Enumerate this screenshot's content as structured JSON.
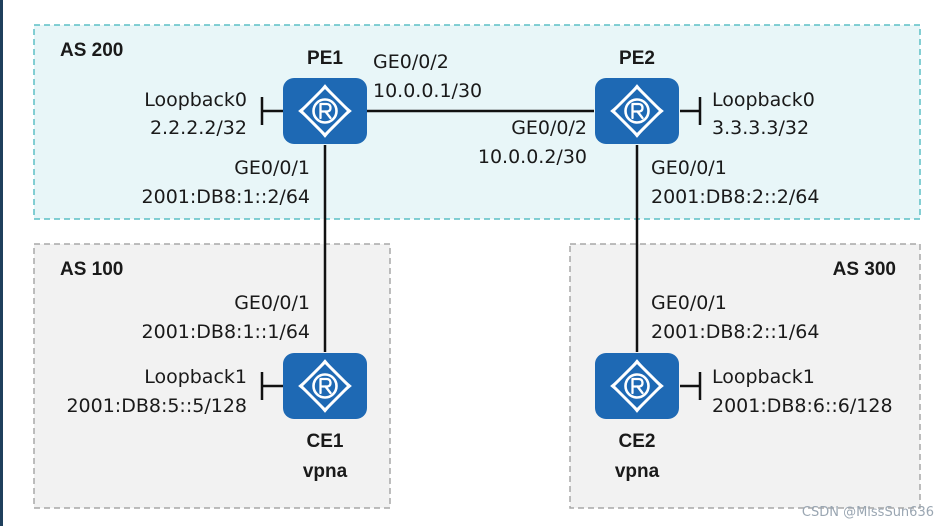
{
  "colors": {
    "as200_fill": "#e8f6f8",
    "as200_border": "#5bbfc6",
    "as_gray_fill": "#f2f2f2",
    "as_gray_border": "#a8a8a8",
    "router_fill": "#1e69b4",
    "router_icon": "#ffffff",
    "link": "#111111"
  },
  "areas": {
    "as200": {
      "label": "AS 200"
    },
    "as100": {
      "label": "AS 100"
    },
    "as300": {
      "label": "AS 300"
    }
  },
  "routers": {
    "pe1": {
      "name": "PE1",
      "icon": "router-icon"
    },
    "pe2": {
      "name": "PE2",
      "icon": "router-icon"
    },
    "ce1": {
      "name": "CE1",
      "vpn": "vpna",
      "icon": "router-icon"
    },
    "ce2": {
      "name": "CE2",
      "vpn": "vpna",
      "icon": "router-icon"
    }
  },
  "interfaces": {
    "pe1_lo0_name": "Loopback0",
    "pe1_lo0_addr": "2.2.2.2/32",
    "pe1_ge02_name": "GE0/0/2",
    "pe1_ge02_addr": "10.0.0.1/30",
    "pe1_ge01_name": "GE0/0/1",
    "pe1_ge01_addr": "2001:DB8:1::2/64",
    "pe2_lo0_name": "Loopback0",
    "pe2_lo0_addr": "3.3.3.3/32",
    "pe2_ge02_name": "GE0/0/2",
    "pe2_ge02_addr": "10.0.0.2/30",
    "pe2_ge01_name": "GE0/0/1",
    "pe2_ge01_addr": "2001:DB8:2::2/64",
    "ce1_ge01_name": "GE0/0/1",
    "ce1_ge01_addr": "2001:DB8:1::1/64",
    "ce1_lo1_name": "Loopback1",
    "ce1_lo1_addr": "2001:DB8:5::5/128",
    "ce2_ge01_name": "GE0/0/1",
    "ce2_ge01_addr": "2001:DB8:2::1/64",
    "ce2_lo1_name": "Loopback1",
    "ce2_lo1_addr": "2001:DB8:6::6/128"
  },
  "watermark": "CSDN @MissSun636"
}
